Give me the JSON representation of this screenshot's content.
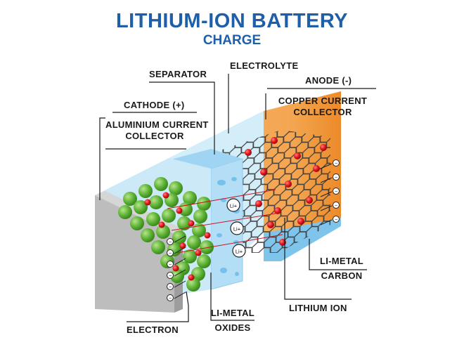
{
  "title": "LITHIUM-ION BATTERY",
  "subtitle": "CHARGE",
  "labels": {
    "separator": "SEPARATOR",
    "electrolyte": "ELECTROLYTE",
    "anode": "ANODE (-)",
    "copper_line1": "COPPER CURRENT",
    "copper_line2": "COLLECTOR",
    "cathode": "CATHODE (+)",
    "aluminium_line1": "ALUMINIUM CURRENT",
    "aluminium_line2": "COLLECTOR",
    "li_metal_carbon_line1": "LI-METAL",
    "li_metal_carbon_line2": "CARBON",
    "lithium_ion": "LITHIUM ION",
    "electron": "ELECTRON",
    "li_metal_oxides_line1": "LI-METAL",
    "li_metal_oxides_line2": "OXIDES"
  },
  "ion_symbol": "Li+",
  "electron_symbol": "−",
  "colors": {
    "title": "#1f5fa8",
    "cathode_particle": "#6cbf3f",
    "lithium": "#e0141b",
    "anode": "#f29b3c",
    "electrolyte": "#bfe3f5",
    "separator": "#a9d8f2",
    "collector": "#b9b9b9",
    "carbon": "#3a3a3a"
  }
}
